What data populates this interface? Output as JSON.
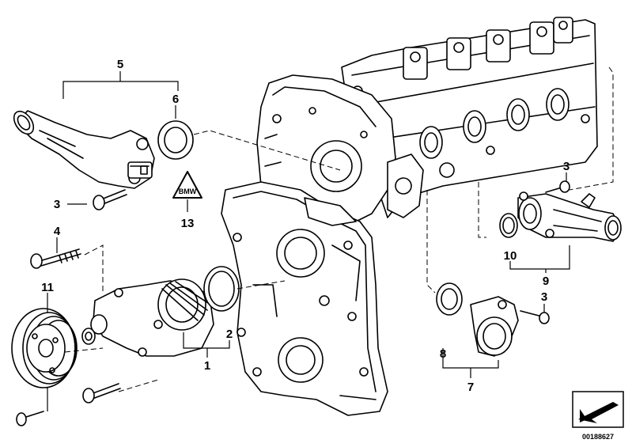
{
  "callouts": {
    "c1": "1",
    "c2": "2",
    "c3a": "3",
    "c3b": "3",
    "c3c": "3",
    "c4": "4",
    "c5": "5",
    "c6": "6",
    "c7": "7",
    "c8": "8",
    "c9": "9",
    "c10": "10",
    "c11": "11",
    "c13": "13"
  },
  "warning_symbol_text": "BMW",
  "diagram_id": "00188627"
}
